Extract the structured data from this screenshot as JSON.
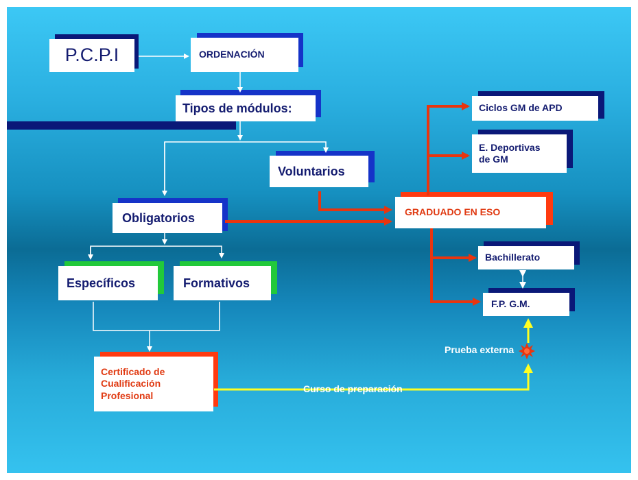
{
  "nodes": {
    "pcpi": "P.C.P.I",
    "ordenacion": "ORDENACIÓN",
    "tipos": "Tipos de módulos:",
    "voluntarios": "Voluntarios",
    "obligatorios": "Obligatorios",
    "especificos": "Específicos",
    "formativos": "Formativos",
    "certificado": "Certificado de Cualificación Profesional",
    "graduado": "GRADUADO EN ESO",
    "ciclos": "Ciclos GM de APD",
    "deportivas": "E. Deportivas de GM",
    "bachillerato": "Bachillerato",
    "fpgm": "F.P. G.M."
  },
  "labels": {
    "prueba": "Prueba externa",
    "curso": "Curso de preparación"
  },
  "colors": {
    "background": "#1a9bd0",
    "navy_shadow": "#0a1878",
    "blue_shadow": "#1533c8",
    "green_shadow": "#22c93a",
    "orange_shadow": "#ff3a10",
    "white_arrows": "#ffffff",
    "red_arrows": "#e8350f",
    "yellow_arrows": "#ffff22",
    "red_text": "#e03a12"
  }
}
